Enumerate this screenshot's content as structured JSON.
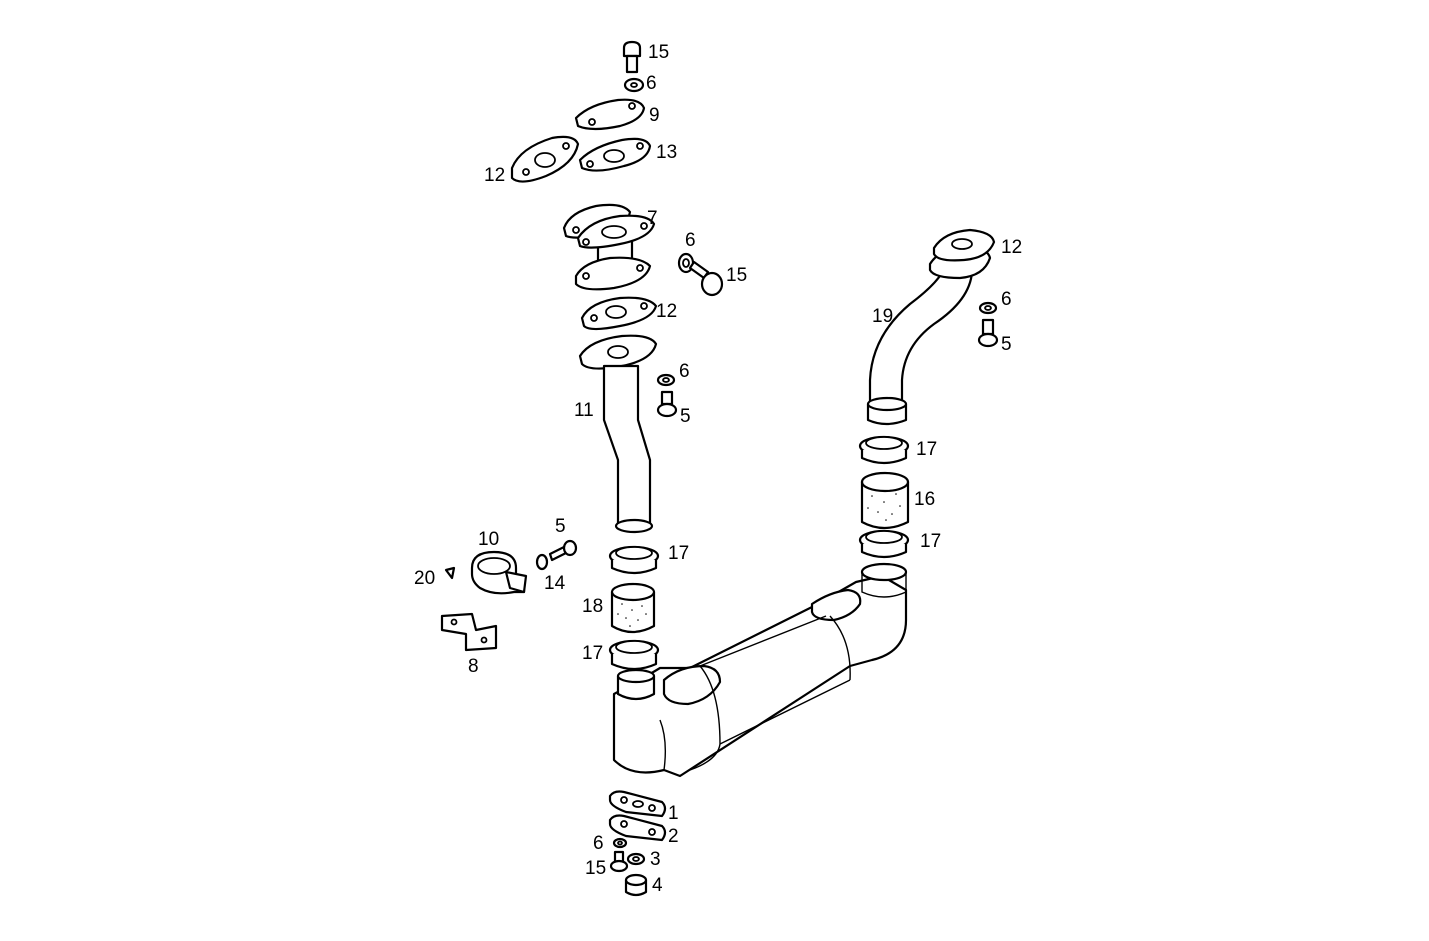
{
  "diagram": {
    "background": "#ffffff",
    "line_color": "#000000",
    "callouts": {
      "c15_top": "15",
      "c6_top": "6",
      "c9": "9",
      "c13": "13",
      "c12_left": "12",
      "c7": "7",
      "c6_mid": "6",
      "c15_mid": "15",
      "c12_mid": "12",
      "c6_pipe": "6",
      "c5_pipe": "5",
      "c11": "11",
      "c12_right": "12",
      "c6_right": "6",
      "c5_right": "5",
      "c19": "19",
      "c17_r1": "17",
      "c16": "16",
      "c17_r2": "17",
      "c10": "10",
      "c5_clamp": "5",
      "c20": "20",
      "c14": "14",
      "c8": "8",
      "c17_l1": "17",
      "c18": "18",
      "c17_l2": "17",
      "c1": "1",
      "c2": "2",
      "c6_bot": "6",
      "c3": "3",
      "c15_bot": "15",
      "c4": "4"
    }
  }
}
